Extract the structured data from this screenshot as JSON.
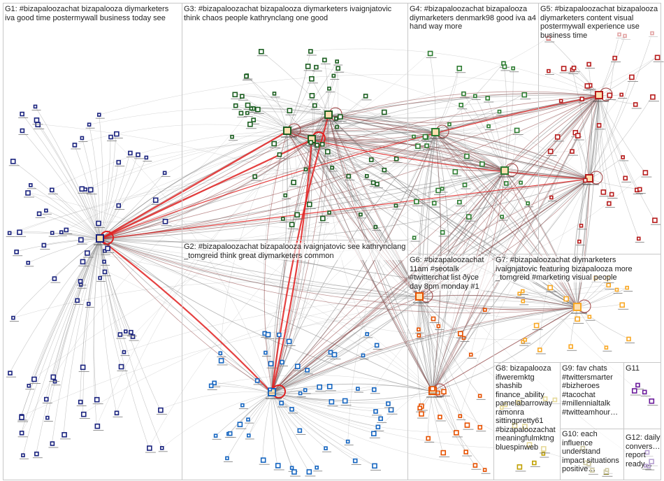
{
  "groups": [
    {
      "id": "G1",
      "label": "G1: #bizapaloozachat bizapalooza diymarketers iva good time postermywall business today see",
      "color": "#1a237e"
    },
    {
      "id": "G2",
      "label": "G2: #bizapaloozachat bizapalooza ivaignjatovic see kathrynclang _tomgreid think great diymarketers common",
      "color": "#1565c0"
    },
    {
      "id": "G3",
      "label": "G3: #bizapaloozachat bizapalooza diymarketers ivaignjatovic think chaos people kathrynclang one good",
      "color": "#1b5e20"
    },
    {
      "id": "G4",
      "label": "G4: #bizapaloozachat bizapalooza diymarketers denmark98 good iva a4 hand way more",
      "color": "#2e7d32"
    },
    {
      "id": "G5",
      "label": "G5: #bizapaloozachat bizapalooza diymarketers content visual postermywall experience use business time",
      "color": "#b71c1c"
    },
    {
      "id": "G6",
      "label": "G6: #bizapaloozachat 11am #seotalk #twitterchat list ðÿce day 8pm monday #1",
      "color": "#e65100"
    },
    {
      "id": "G7",
      "label": "G7: #bizapaloozachat diymarketers ivaignjatovic featuring bizapalooza more _tomgreid #marketing visual people",
      "color": "#f9a825"
    },
    {
      "id": "G8",
      "label": "G8: bizapalooza ifiweremktg shashib finance_ability pamelabarroway ramonra sittingpretty61 #bizapaloozachat meaningfulmktng bluespinweb",
      "color": "#c0a000"
    },
    {
      "id": "G9",
      "label": "G9: fav chats #twittersmarter #bizheroes #tacochat #millennialtalk #twitteamhour…",
      "color": "#9e9d24"
    },
    {
      "id": "G10",
      "label": "G10: each influence understand impact situations positive…",
      "color": "#827717"
    },
    {
      "id": "G11",
      "label": "G11",
      "color": "#6a1b9a"
    },
    {
      "id": "G12",
      "label": "G12: daily convers… report ready…",
      "color": "#4a148c"
    }
  ]
}
